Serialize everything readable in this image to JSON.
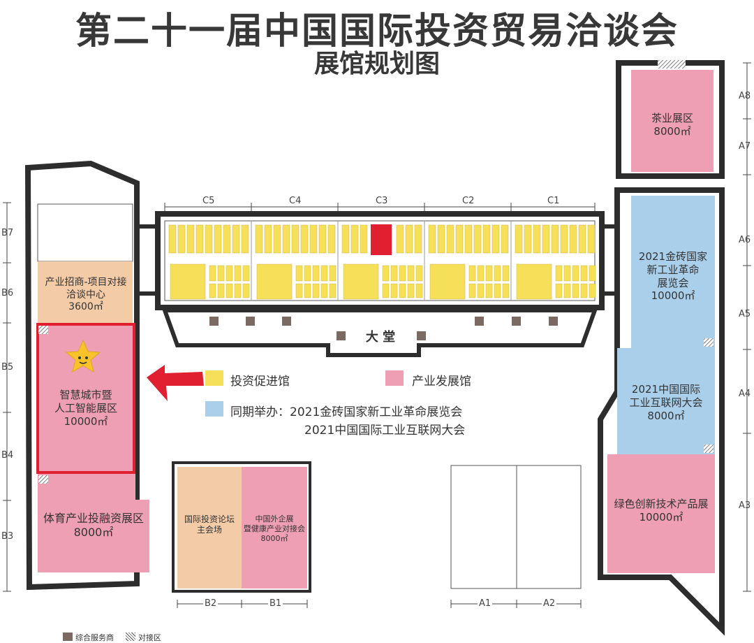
{
  "header": {
    "title": "第二十一届中国国际投资贸易洽谈会",
    "subtitle": "展馆规划图"
  },
  "colors": {
    "investment_yellow": "#f6e05a",
    "industry_pink": "#ee9fb4",
    "concurrent_blue": "#a9cfea",
    "forum_peach": "#f3cba6",
    "service_brown": "#7a6a62",
    "highlight_red": "#e02030",
    "wall_dark": "#2d2d2d"
  },
  "halls": {
    "b6_center": "产业招商-项目对接洽谈中心",
    "b6_center_line1": "产业招商-项目对接",
    "b6_center_line2": "洽谈中心",
    "b6_area": "3600㎡",
    "b5_smart_line1": "智慧城市暨",
    "b5_smart_line2": "人工智能展区",
    "b5_area": "10000㎡",
    "b3_sports": "体育产业投融资展区",
    "b3_area": "8000㎡",
    "b2_forum_line1": "国际投资论坛",
    "b2_forum_line2": "主会场",
    "b1_line1": "中国外企展",
    "b1_line2": "暨健康产业对接会",
    "b1_area": "8000㎡",
    "a8_tea": "茶业展区",
    "a8_area": "8000㎡",
    "a6_line1": "2021金砖国家",
    "a6_line2": "新工业革命",
    "a6_line3": "展览会",
    "a6_area": "10000㎡",
    "a4_line1": "2021中国国际",
    "a4_line2": "工业互联网大会",
    "a4_area": "8000㎡",
    "a3_green": "绿色创新技术产品展",
    "a3_area": "10000㎡",
    "lobby": "大 堂"
  },
  "axis": {
    "left": [
      "B7",
      "B6",
      "B5",
      "B4",
      "B3"
    ],
    "right": [
      "A8",
      "A7",
      "A6",
      "A5",
      "A4",
      "A3"
    ],
    "top": [
      "C5",
      "C4",
      "C3",
      "C2",
      "C1"
    ],
    "bottom_b": [
      "B2",
      "B1"
    ],
    "bottom_a": [
      "A1",
      "A2"
    ]
  },
  "legend": {
    "investment": "投资促进馆",
    "industry": "产业发展馆",
    "concurrent_prefix": "同期举办：",
    "concurrent_1": "2021金砖国家新工业革命展览会",
    "concurrent_2": "2021中国国际工业互联网大会"
  },
  "footer": {
    "service": "综合服务商",
    "docking": "对接区"
  }
}
